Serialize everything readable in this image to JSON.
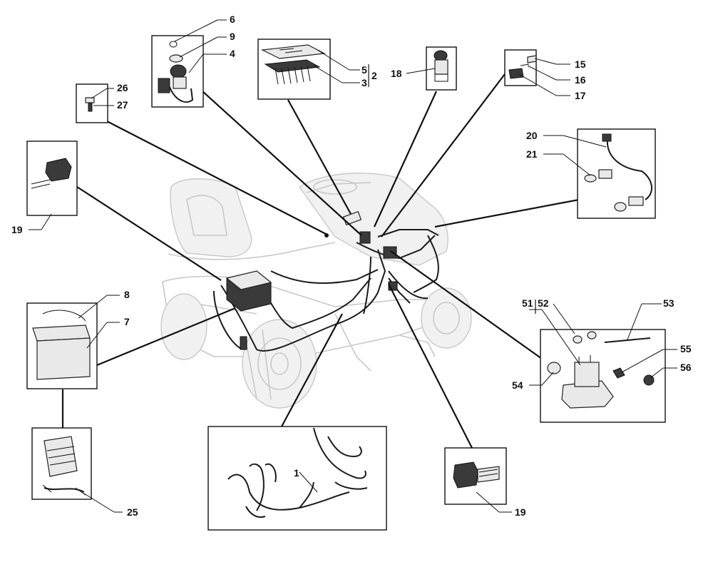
{
  "callouts": {
    "c1": "1",
    "c2": "2",
    "c3": "3",
    "c4": "4",
    "c5": "5",
    "c6": "6",
    "c7": "7",
    "c8": "8",
    "c9": "9",
    "c15": "15",
    "c16": "16",
    "c17": "17",
    "c18": "18",
    "c19a": "19",
    "c19b": "19",
    "c20": "20",
    "c21": "21",
    "c25": "25",
    "c26": "26",
    "c27": "27",
    "c51": "51",
    "c52": "52",
    "c53": "53",
    "c54": "54",
    "c55": "55",
    "c56": "56"
  }
}
